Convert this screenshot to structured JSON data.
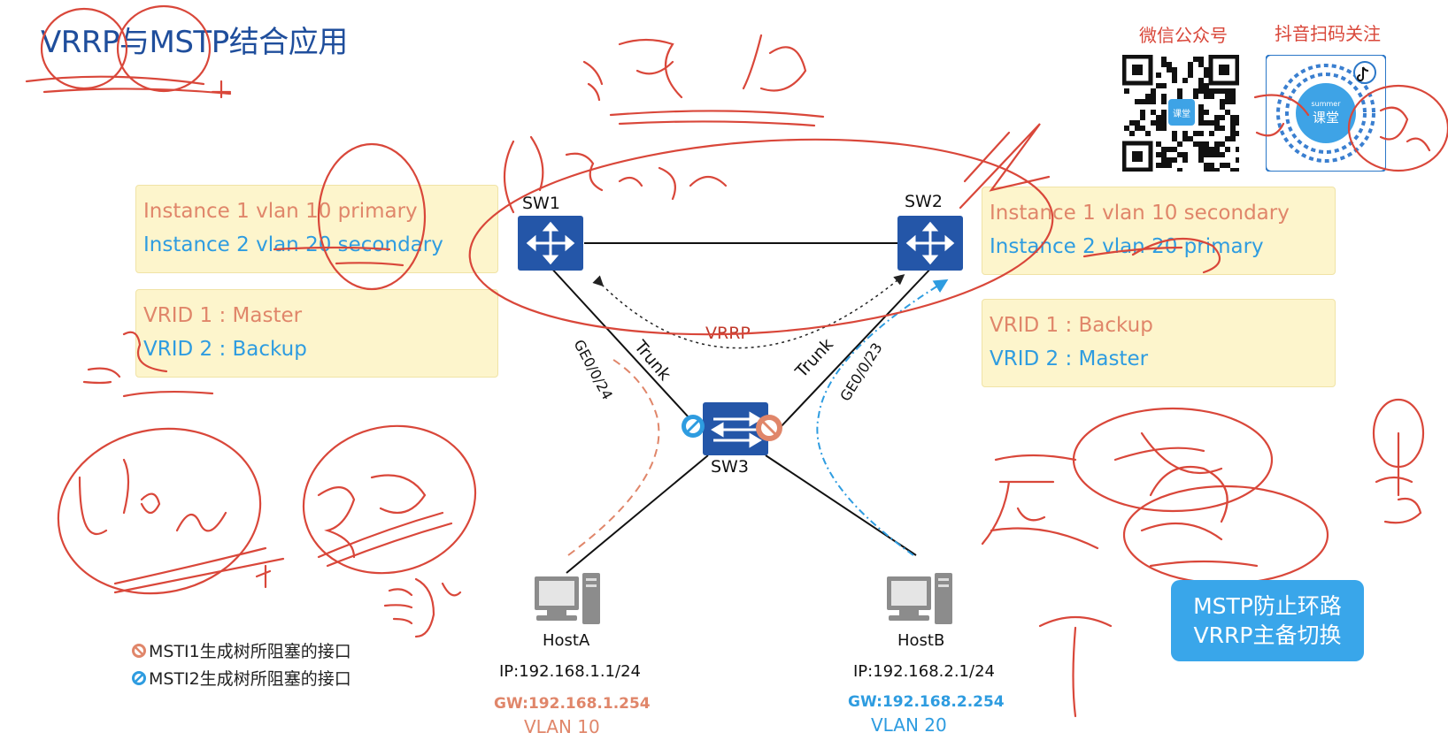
{
  "title": "VRRP与MSTP结合应用",
  "social": {
    "wechat_caption": "微信公众号",
    "douyin_caption": "抖音扫码关注",
    "qr_badge": "课堂",
    "badge_brand": "summer"
  },
  "sw1": {
    "name": "SW1",
    "instance_lines": [
      "Instance 1 vlan 10 primary",
      "Instance 2 vlan 20 secondary"
    ],
    "vrid_lines": [
      "VRID 1 : Master",
      "VRID 2 : Backup"
    ]
  },
  "sw2": {
    "name": "SW2",
    "instance_lines": [
      "Instance 1 vlan 10 secondary",
      "Instance 2 vlan 20 primary"
    ],
    "vrid_lines": [
      "VRID 1 : Backup",
      "VRID 2 : Master"
    ]
  },
  "sw3": {
    "name": "SW3"
  },
  "links": {
    "vrrp_label": "VRRP",
    "trunk_left": "Trunk",
    "trunk_right": "Trunk",
    "port_left": "GE0/0/24",
    "port_right": "GE0/0/23"
  },
  "hostA": {
    "name": "HostA",
    "ip": "IP:192.168.1.1/24",
    "gw": "GW:192.168.1.254",
    "vlan": "VLAN 10"
  },
  "hostB": {
    "name": "HostB",
    "ip": "IP:192.168.2.1/24",
    "gw": "GW:192.168.2.254",
    "vlan": "VLAN 20"
  },
  "legend": {
    "msti1": "MSTI1生成树所阻塞的接口",
    "msti2": "MSTI2生成树所阻塞的接口"
  },
  "callout": {
    "line1": "MSTP防止环路",
    "line2": "VRRP主备切换"
  },
  "colors": {
    "title": "#1f4e9c",
    "orange": "#e0866a",
    "blue": "#2e9ce0",
    "switch": "#2456a8",
    "box_bg": "#fdf5cc",
    "annotation": "#d9473a",
    "callout_bg": "#39a6ea"
  }
}
